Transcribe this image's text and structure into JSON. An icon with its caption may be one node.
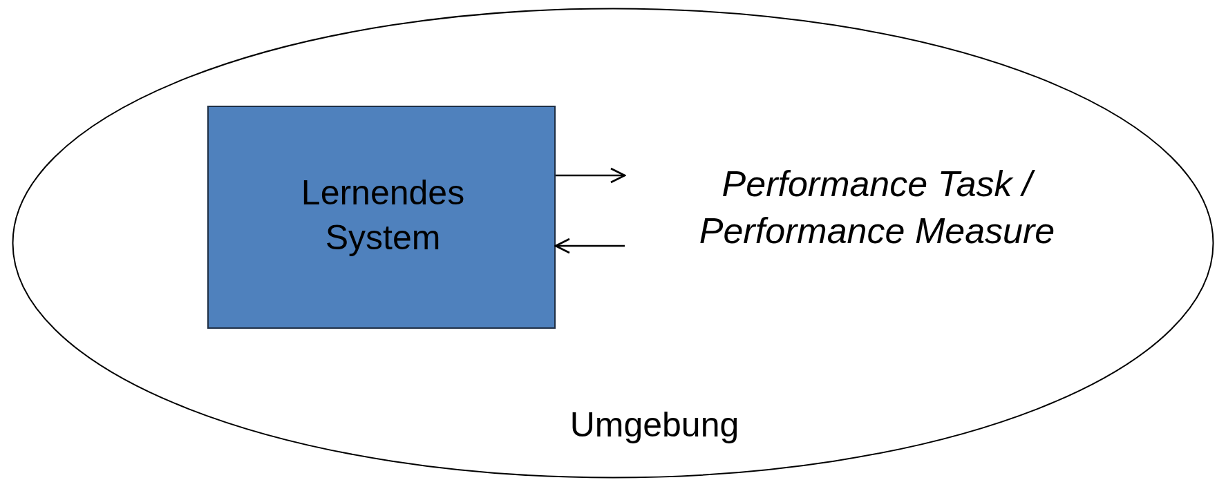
{
  "diagram": {
    "nodes": [
      {
        "text": [
          "Umgebung"
        ]
      },
      {
        "text": [
          "Lernendes System"
        ],
        "in": 0
      },
      {
        "text": [
          "Performance Task / Performance Measure"
        ],
        "in": 0
      }
    ],
    "edges": [
      {
        "from": 1,
        "to": 2,
        "arrow": "to"
      },
      {
        "from": 2,
        "to": 1,
        "arrow": "to"
      }
    ]
  }
}
